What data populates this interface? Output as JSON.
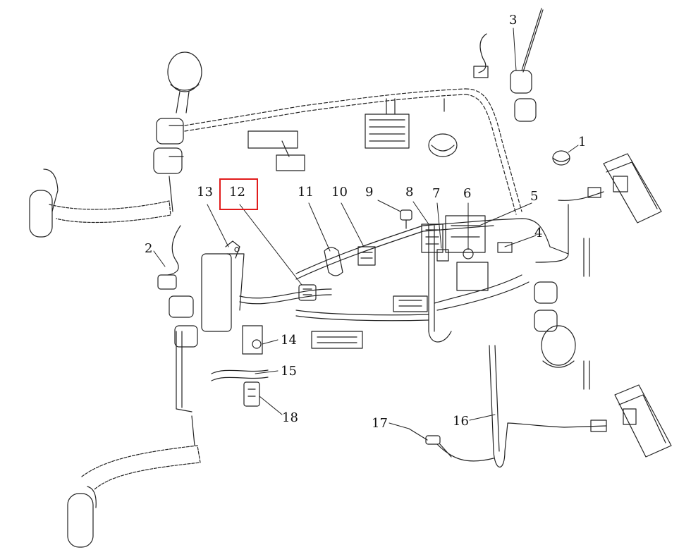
{
  "callouts": [
    {
      "id": "1",
      "label": "1"
    },
    {
      "id": "2",
      "label": "2"
    },
    {
      "id": "3",
      "label": "3"
    },
    {
      "id": "4",
      "label": "4"
    },
    {
      "id": "5",
      "label": "5"
    },
    {
      "id": "6",
      "label": "6"
    },
    {
      "id": "7",
      "label": "7"
    },
    {
      "id": "8",
      "label": "8"
    },
    {
      "id": "9",
      "label": "9"
    },
    {
      "id": "10",
      "label": "10"
    },
    {
      "id": "11",
      "label": "11"
    },
    {
      "id": "12",
      "label": "12"
    },
    {
      "id": "13",
      "label": "13"
    },
    {
      "id": "14",
      "label": "14"
    },
    {
      "id": "15",
      "label": "15"
    },
    {
      "id": "16",
      "label": "16"
    },
    {
      "id": "17",
      "label": "17"
    },
    {
      "id": "18",
      "label": "18"
    }
  ],
  "highlight": {
    "callout": "12",
    "color": "#e11b1b"
  },
  "colors": {
    "line": "#111111",
    "background": "#ffffff"
  }
}
